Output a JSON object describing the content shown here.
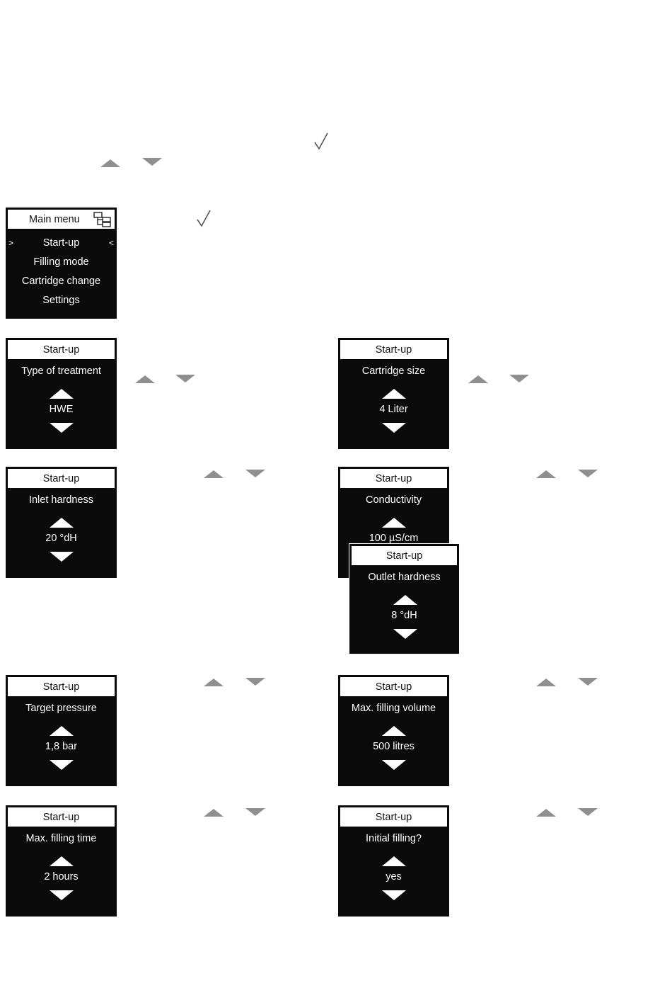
{
  "intro": {
    "check_icon": "check-icon"
  },
  "main_menu": {
    "title": "Main menu",
    "tree_icon": "menu-tree-icon",
    "selected_left": ">",
    "selected_right": "<",
    "items": [
      "Start-up",
      "Filling mode",
      "Cartridge change",
      "Settings"
    ]
  },
  "screens": {
    "type_of_treatment": {
      "header": "Start-up",
      "label": "Type of treatment",
      "value": "HWE"
    },
    "cartridge_size": {
      "header": "Start-up",
      "label": "Cartridge size",
      "value": "4 Liter"
    },
    "inlet_hardness": {
      "header": "Start-up",
      "label": "Inlet hardness",
      "value": "20 °dH"
    },
    "conductivity": {
      "header": "Start-up",
      "label": "Conductivity",
      "value": "100 µS/cm"
    },
    "outlet_hardness": {
      "header": "Start-up",
      "label": "Outlet hardness",
      "value": "8 °dH"
    },
    "target_pressure": {
      "header": "Start-up",
      "label": "Target pressure",
      "value": "1,8 bar"
    },
    "max_filling_volume": {
      "header": "Start-up",
      "label": "Max. filling volume",
      "value": "500 litres"
    },
    "max_filling_time": {
      "header": "Start-up",
      "label": "Max. filling time",
      "value": "2 hours"
    },
    "initial_filling": {
      "header": "Start-up",
      "label": "Initial filling?",
      "value": "yes"
    }
  },
  "colors": {
    "screen_bg": "#0a0a0a",
    "header_bg": "#ffffff",
    "arrow_gray": "#8f8f8f"
  }
}
